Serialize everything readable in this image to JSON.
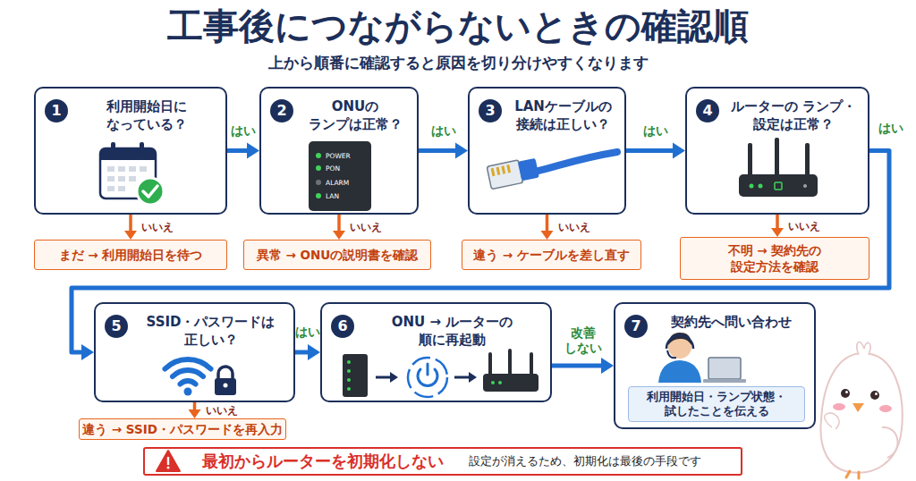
{
  "diagram": {
    "title": "工事後につながらないときの確認順",
    "caption": "上から順番に確認すると原因を切り分けやすくなります",
    "nodes": [
      {
        "text": [
          "1",
          "利用開始日に なっている？"
        ]
      },
      {
        "text": [
          "まだ → 利用開始日を待つ"
        ]
      },
      {
        "text": [
          "2",
          "ONUの ランプは正常？"
        ]
      },
      {
        "text": [
          "異常 → ONUの説明書を確認"
        ]
      },
      {
        "text": [
          "3",
          "LANケーブルの 接続は正しい？"
        ]
      },
      {
        "text": [
          "違う → ケーブルを差し直す"
        ]
      },
      {
        "text": [
          "4",
          "ルーターの ランプ・設定は正常？"
        ]
      },
      {
        "text": [
          "不明 → 契約先の 設定方法を確認"
        ]
      },
      {
        "text": [
          "5",
          "SSID・パスワードは 正しい？"
        ]
      },
      {
        "text": [
          "違う → SSID・パスワードを再入力"
        ]
      },
      {
        "text": [
          "6",
          "ONU → ルーターの 順に再起動"
        ]
      },
      {
        "text": [
          "7",
          "契約先へ問い合わせ"
        ]
      },
      {
        "text": [
          "利用開始日・ランプ状態・ 試したことを伝える"
        ],
        "in": 11
      },
      {
        "text": [
          "最初からルーターを初期化しない",
          "設定が消えるため、初期化は最後の手段です"
        ]
      }
    ],
    "edges": [
      {
        "from": 0,
        "to": 2,
        "label": "はい",
        "arrow": "to"
      },
      {
        "from": 0,
        "to": 1,
        "label": "いいえ",
        "arrow": "to"
      },
      {
        "from": 2,
        "to": 4,
        "label": "はい",
        "arrow": "to"
      },
      {
        "from": 2,
        "to": 3,
        "label": "いいえ",
        "arrow": "to"
      },
      {
        "from": 4,
        "to": 6,
        "label": "はい",
        "arrow": "to"
      },
      {
        "from": 4,
        "to": 5,
        "label": "いいえ",
        "arrow": "to"
      },
      {
        "from": 6,
        "to": 8,
        "label": "はい",
        "arrow": "to"
      },
      {
        "from": 6,
        "to": 7,
        "label": "いいえ",
        "arrow": "to"
      },
      {
        "from": 8,
        "to": 10,
        "label": "はい",
        "arrow": "to"
      },
      {
        "from": 8,
        "to": 9,
        "label": "いいえ",
        "arrow": "to"
      },
      {
        "from": 10,
        "to": 11,
        "label": "改善 しない",
        "arrow": "to"
      }
    ],
    "labels": [
      "POWER",
      "PON",
      "ALARM",
      "LAN"
    ]
  }
}
